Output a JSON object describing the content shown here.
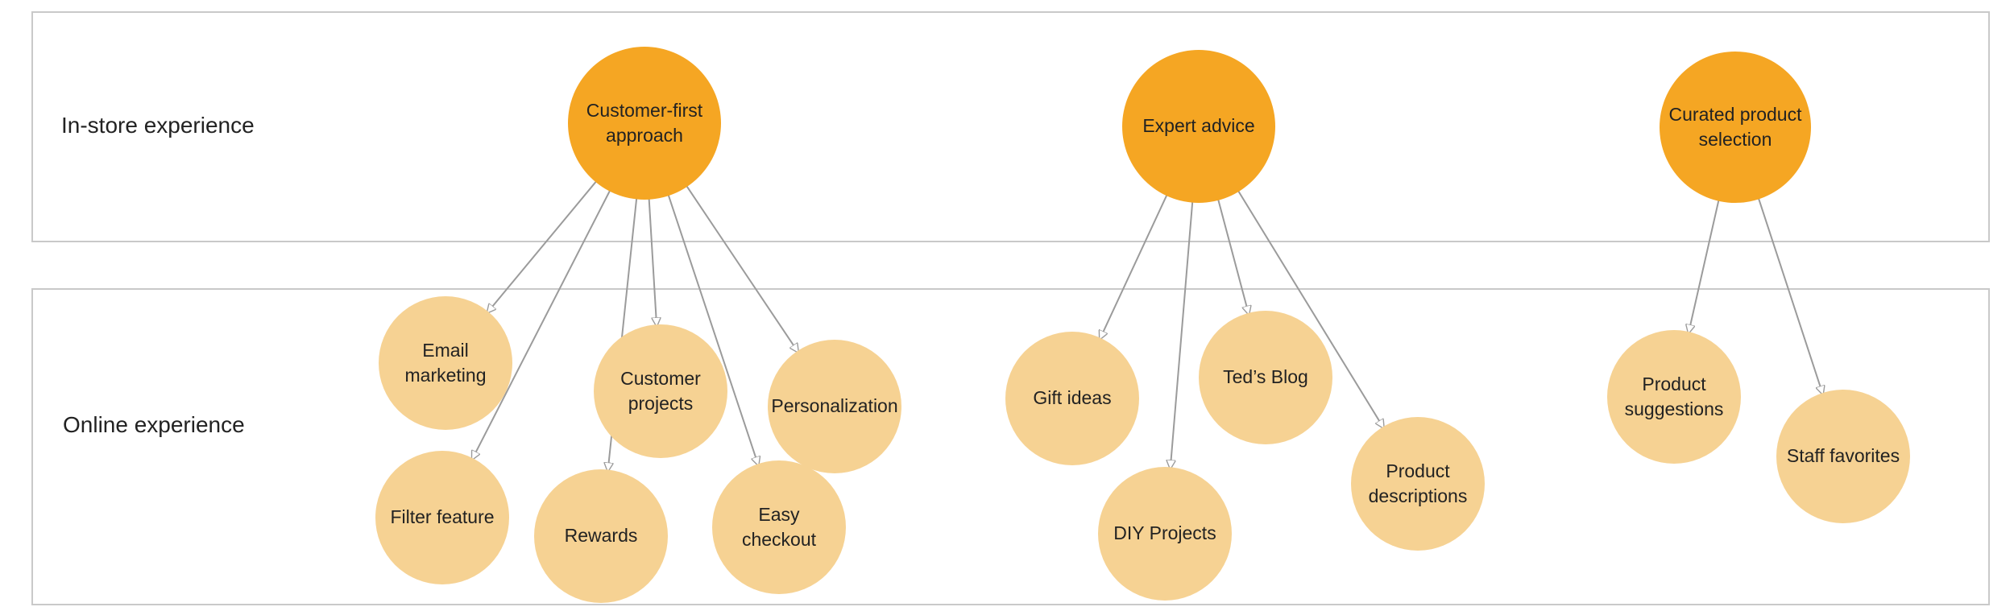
{
  "colors": {
    "primary_node": "#f5a623",
    "secondary_node": "#f6d293",
    "band_border": "#c9c9c9",
    "arrow": "#9b9b9b"
  },
  "bands": {
    "in_store": {
      "label": "In-store experience"
    },
    "online": {
      "label": "Online experience"
    }
  },
  "nodes": {
    "customer_first": "Customer-first approach",
    "expert_advice": "Expert advice",
    "curated_selection": "Curated product selection",
    "email_marketing": "Email marketing",
    "customer_projects": "Customer projects",
    "personalization": "Personalization",
    "filter_feature": "Filter feature",
    "rewards": "Rewards",
    "easy_checkout": "Easy checkout",
    "gift_ideas": "Gift ideas",
    "teds_blog": "Ted’s Blog",
    "diy_projects": "DIY Projects",
    "product_descriptions": "Product descriptions",
    "product_suggestions": "Product suggestions",
    "staff_favorites": "Staff favorites"
  },
  "edges": [
    [
      "customer_first",
      "email_marketing"
    ],
    [
      "customer_first",
      "filter_feature"
    ],
    [
      "customer_first",
      "rewards"
    ],
    [
      "customer_first",
      "customer_projects"
    ],
    [
      "customer_first",
      "easy_checkout"
    ],
    [
      "customer_first",
      "personalization"
    ],
    [
      "expert_advice",
      "gift_ideas"
    ],
    [
      "expert_advice",
      "diy_projects"
    ],
    [
      "expert_advice",
      "teds_blog"
    ],
    [
      "expert_advice",
      "product_descriptions"
    ],
    [
      "curated_selection",
      "product_suggestions"
    ],
    [
      "curated_selection",
      "staff_favorites"
    ]
  ]
}
